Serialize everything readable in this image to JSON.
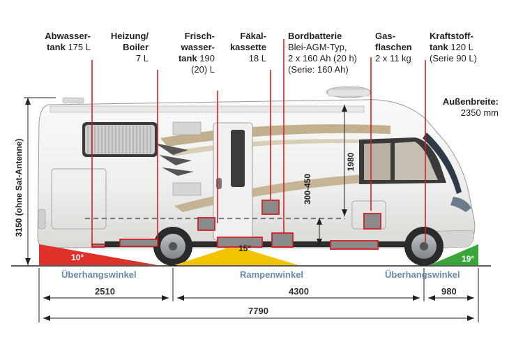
{
  "components": {
    "abwasser": {
      "title_line1": "Abwasser-",
      "title_line2": "tank",
      "value": "175 L"
    },
    "heizung": {
      "title_line1": "Heizung/",
      "title_line2": "Boiler",
      "value": "7 L"
    },
    "frischwasser": {
      "title_line1": "Frisch-",
      "title_line2": "wasser-",
      "title_line3": "tank",
      "value_a": "190",
      "value_b": "(20) L"
    },
    "faekal": {
      "title_line1": "Fäkal-",
      "title_line2": "kassette",
      "value": "18 L"
    },
    "bordbatterie": {
      "title": "Bordbatterie",
      "line2": "Blei-AGM-Typ,",
      "line3": "2 x 160 Ah (20 h)",
      "line4": "(Serie: 160 Ah)"
    },
    "gas": {
      "title_line1": "Gas-",
      "title_line2": "flaschen",
      "value": "2 x 11 kg"
    },
    "kraftstoff": {
      "title_line1": "Kraftstoff-",
      "title_line2": "tank",
      "value": "120 L",
      "value_b": "(Serie 90 L)"
    },
    "aussenbreite": {
      "title": "Außenbreite:",
      "value": "2350 mm"
    }
  },
  "measurements": {
    "height_total": "3150 (ohne Sat-Antenne)",
    "interior_height": "1980",
    "floor_height": "300-450"
  },
  "angles": {
    "rear_overhang": "10°",
    "ramp": "15°",
    "front_overhang": "19°"
  },
  "zones": {
    "rear": "Überhangswinkel",
    "middle": "Rampenwinkel",
    "front": "Überhangswinkel"
  },
  "dimensions": {
    "rear_overhang": "2510",
    "wheelbase": "4300",
    "front_overhang": "980",
    "total_length": "7790"
  },
  "colors": {
    "accent_red": "#d0202a",
    "angle_red": "#e0302a",
    "angle_yellow": "#f2c400",
    "angle_green": "#3aa63a",
    "zone_text": "#6a8aaa",
    "body_white": "#f4f4f2",
    "stripe_gold": "#b8a27a",
    "window_dark": "#3a3a3a"
  }
}
